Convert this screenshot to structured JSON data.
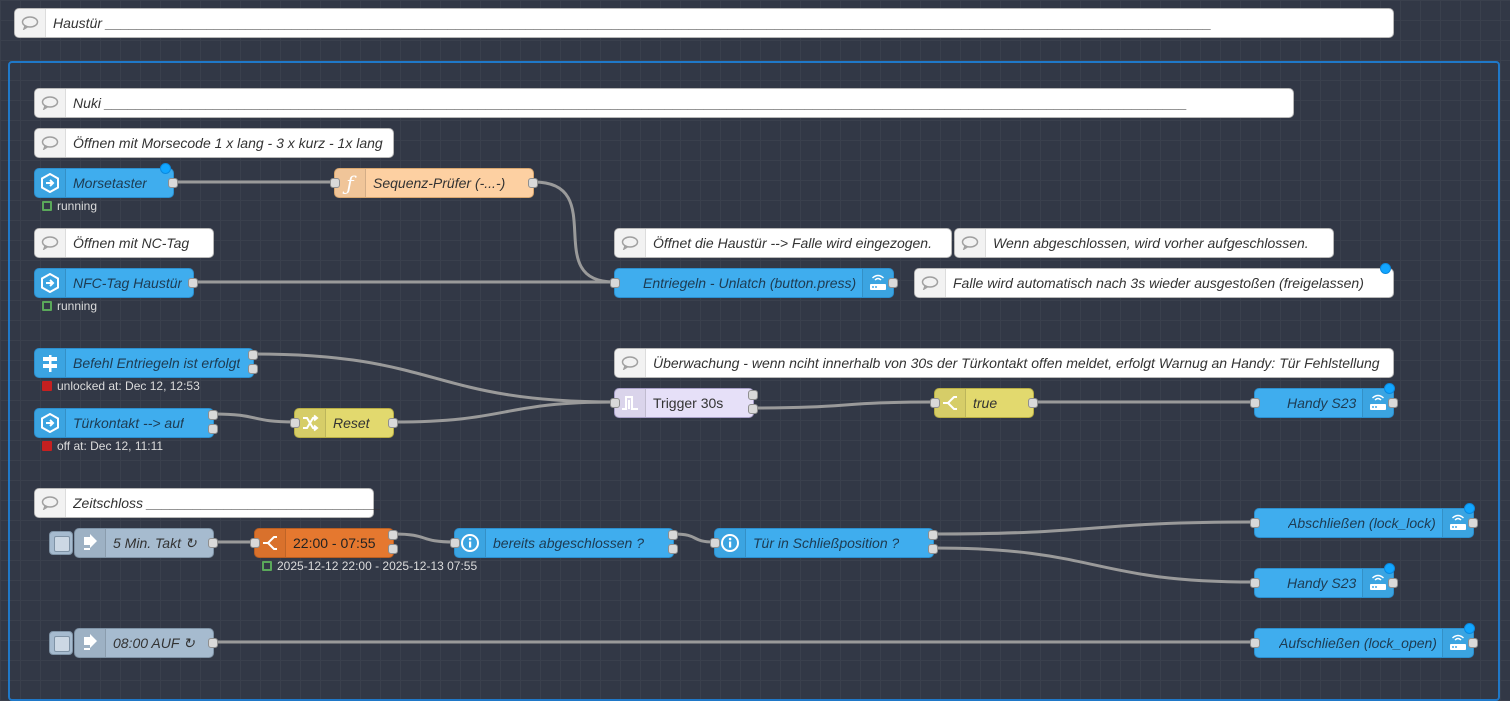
{
  "comments": {
    "haustuer": "Haustür ______________________________________________________________________________________________________________________________________________",
    "nuki": "Nuki ___________________________________________________________________________________________________________________________________________",
    "morse": "Öffnen mit Morsecode 1 x lang - 3 x kurz - 1x lang",
    "nfc": "Öffnen mit NC-Tag",
    "oeffnet": "Öffnet die Haustür --> Falle wird eingezogen.",
    "wenn": "Wenn abgeschlossen, wird vorher aufgeschlossen.",
    "falle": "Falle wird automatisch nach 3s wieder ausgestoßen (freigelassen)",
    "ueberwachung": "Überwachung - wenn nciht innerhalb von 30s der Türkontakt offen meldet, erfolgt Warnug an Handy: Tür Fehlstellung",
    "zeitschloss": "Zeitschloss ______________________________"
  },
  "nodes": {
    "morsetaster": "Morsetaster",
    "sequenz": "Sequenz-Prüfer (-...-)",
    "nfc_haustuer": "NFC-Tag Haustür",
    "entriegeln": "Entriegeln - Unlatch (button.press)",
    "befehl": "Befehl Entriegeln ist erfolgt",
    "tuerkontakt": "Türkontakt --> auf",
    "reset": "Reset",
    "trigger": "Trigger 30s",
    "true_switch": "true",
    "handy1": "Handy S23",
    "takt": "5 Min. Takt ↻",
    "zeitfenster": "22:00 - 07:55",
    "bereits": "bereits abgeschlossen ?",
    "schliessposition": "Tür in Schließposition ?",
    "abschliessen": "Abschließen (lock_lock)",
    "handy2": "Handy S23",
    "auf": "08:00 AUF ↻",
    "aufschliessen": "Aufschließen (lock_open)"
  },
  "status": {
    "morsetaster": "running",
    "nfc": "running",
    "befehl": "unlocked at: Dec 12, 12:53",
    "tuerkontakt": "off at: Dec 12, 11:11",
    "zeitfenster": "2025-12-12 22:00 - 2025-12-13 07:55"
  },
  "icons": {
    "comment": "speech-bubble-icon",
    "ha_event": "hexagon-arrow-icon",
    "function": "function-icon",
    "service": "router-icon",
    "sensor": "signpost-icon",
    "change": "shuffle-icon",
    "trigger": "trigger-icon",
    "switch": "switch-icon",
    "inject": "inject-arrow-icon",
    "info": "info-icon"
  },
  "colors": {
    "canvas": "#323846",
    "grid": "#3a404d",
    "group_border": "#1f78c8",
    "wire": "#9a9a9a",
    "ha_blue": "#3fadee",
    "function": "#fdd0a2",
    "switch_yellow": "#e2d96e",
    "trigger": "#e6e0f8",
    "inject": "#a6bbcf",
    "time_range": "#e5782f",
    "status_running": "#5aa85a",
    "status_off": "#c62020",
    "changed_dot": "#12a6ff"
  }
}
